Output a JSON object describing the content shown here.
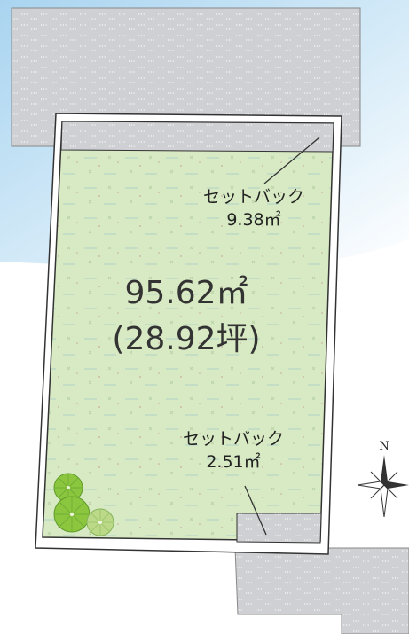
{
  "lot": {
    "area_sqm": "95.62㎡",
    "area_tsubo": "(28.92坪)"
  },
  "setbacks": [
    {
      "label": "セットバック",
      "area": "9.38㎡"
    },
    {
      "label": "セットバック",
      "area": "2.51㎡"
    }
  ],
  "compass": {
    "label": "N"
  },
  "colors": {
    "lot_fill": "#d8eac3",
    "road": "#cfd0d3",
    "road_dots": "#ffffff",
    "setback_fill": "#c3c5c8",
    "sky_blue": "#b9dcf2",
    "tree": "#8cc63f",
    "border": "#333333"
  },
  "icons": [
    "tree-icon",
    "compass-rose-icon"
  ]
}
